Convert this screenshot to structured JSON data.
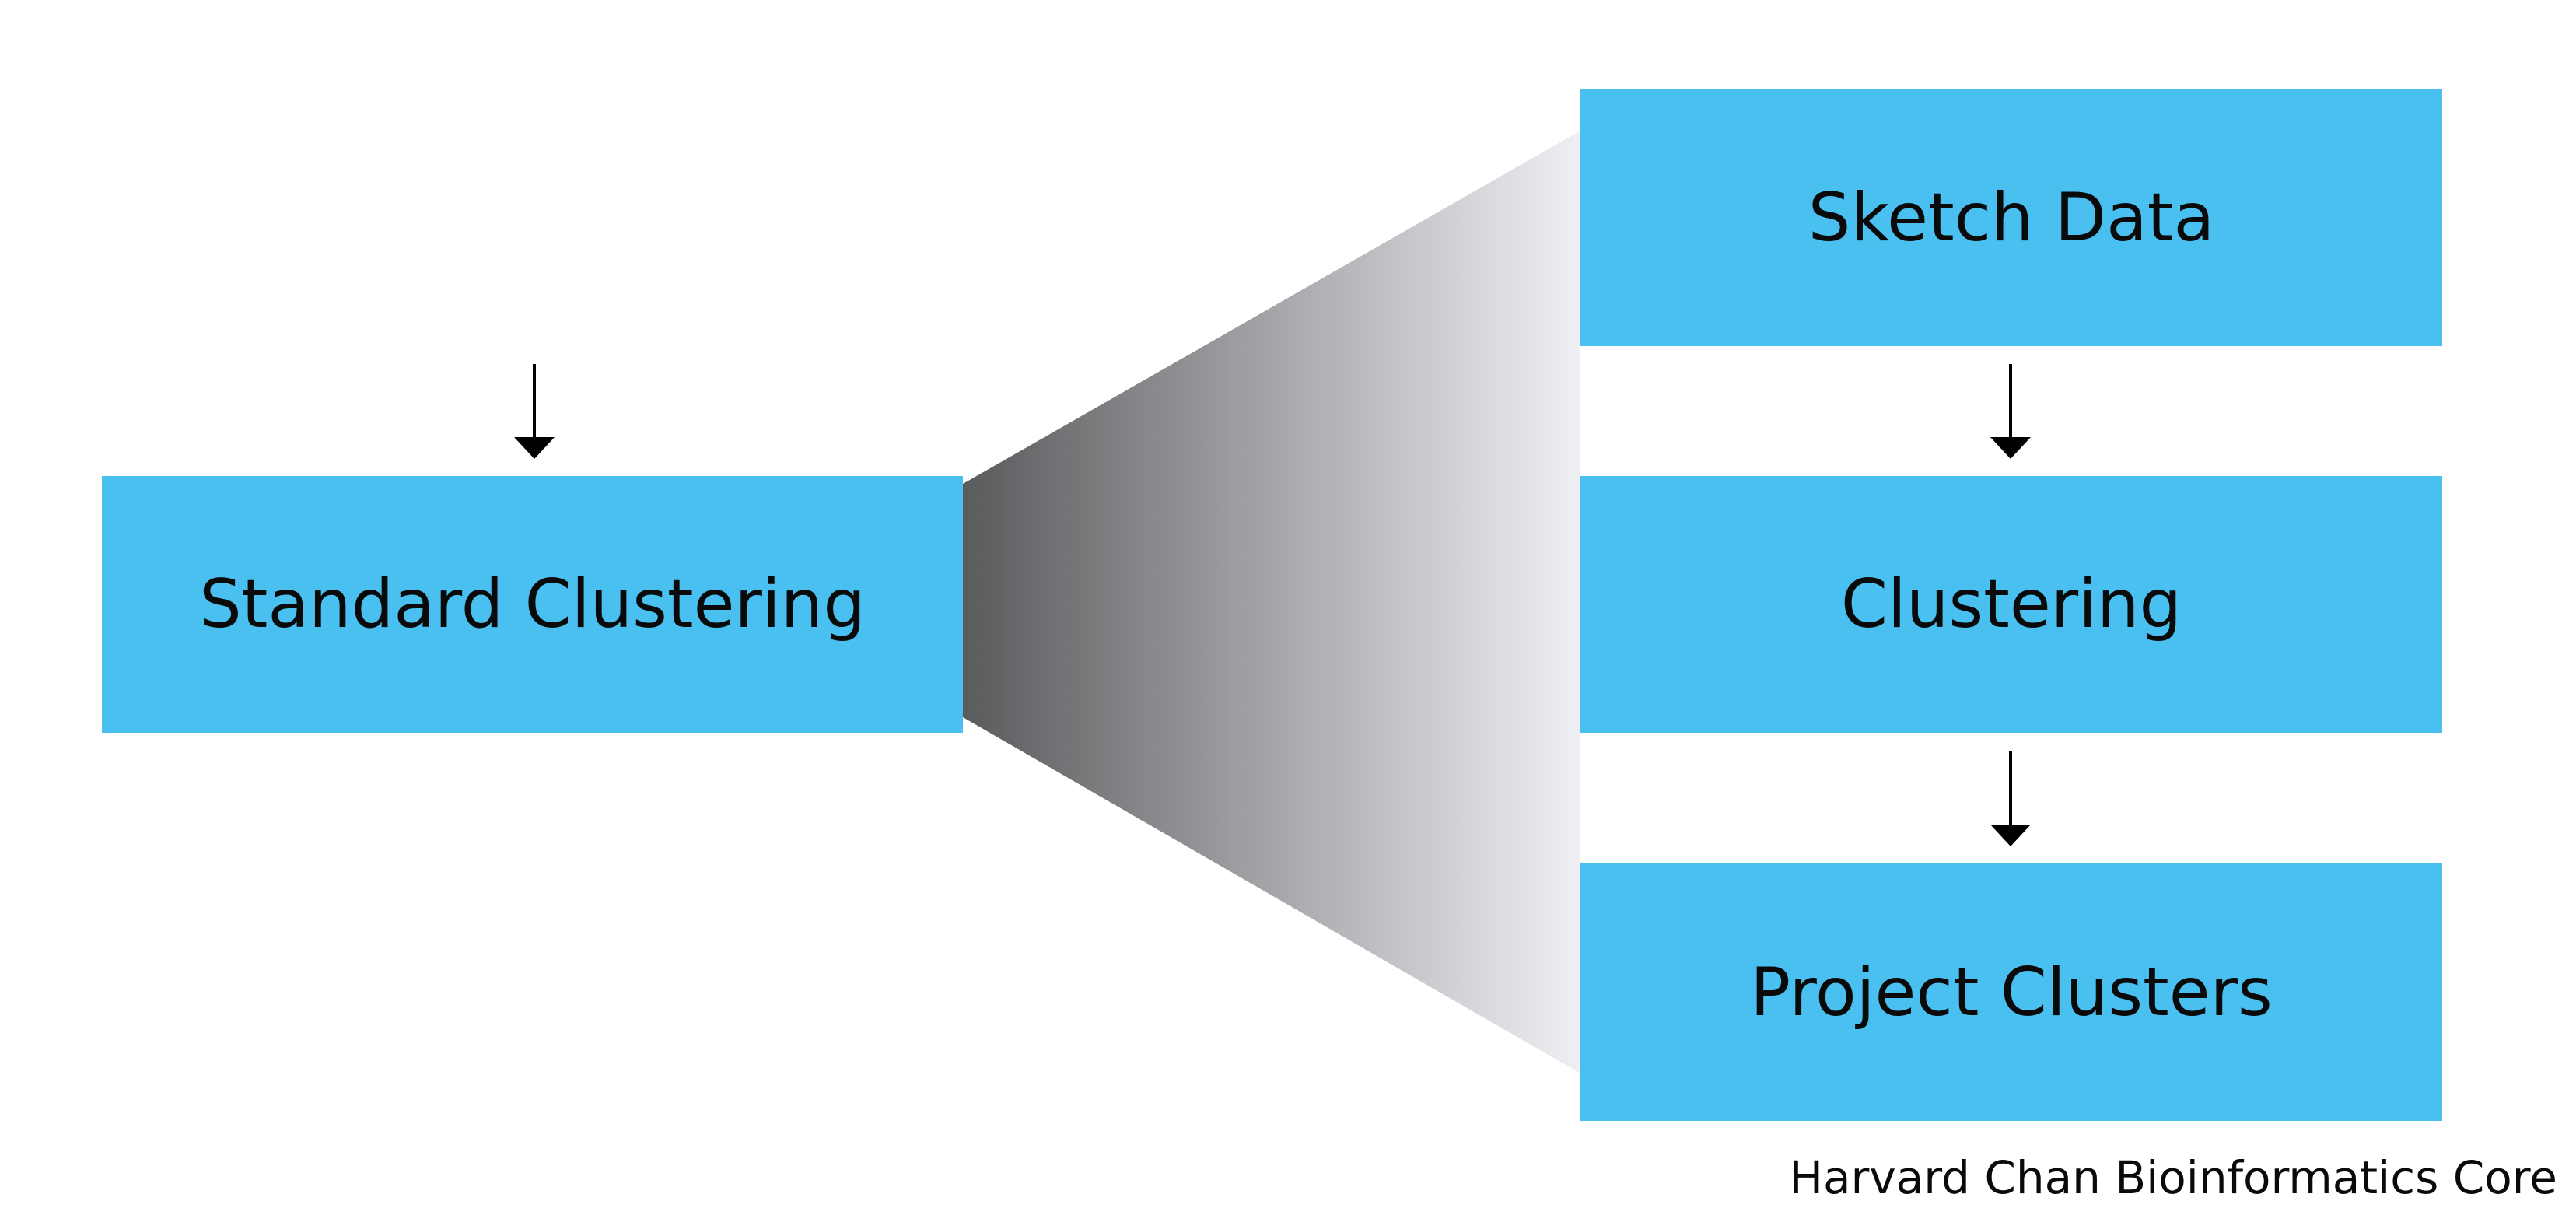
{
  "colors": {
    "box_fill": "#49c0f0",
    "arrow": "#000000",
    "funnel_dark": "#5a5b5d",
    "funnel_light": "#eef0f3"
  },
  "left": {
    "box_label": "Standard Clustering"
  },
  "right": {
    "steps": [
      {
        "label": "Sketch Data"
      },
      {
        "label": "Clustering"
      },
      {
        "label": "Project Clusters"
      }
    ]
  },
  "footer": {
    "credit": "Harvard Chan Bioinformatics Core"
  }
}
